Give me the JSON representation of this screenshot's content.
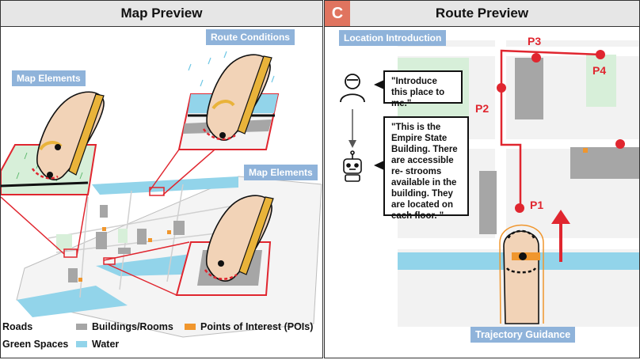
{
  "left": {
    "title": "Map Preview",
    "labels": {
      "map_elements_top": "Map Elements",
      "route_conditions": "Route Conditions",
      "map_elements_right": "Map Elements"
    },
    "legend": [
      {
        "label": "Roads",
        "color": "#ffffff"
      },
      {
        "label": "Buildings/Rooms",
        "color": "#a6a6a6"
      },
      {
        "label": "Points of Interest (POIs)",
        "color": "#f0962d"
      },
      {
        "label": "Green Spaces",
        "color": "#d7efd9"
      },
      {
        "label": "Water",
        "color": "#92d4ea"
      }
    ]
  },
  "right": {
    "badge": "C",
    "title": "Route Preview",
    "location_label": "Location Introduction",
    "user_prompt": "\"Introduce this place to me.\"",
    "assistant_reply": "\"This is the Empire State Building. There are accessible re- strooms available in the building. They are located on each floor. \"",
    "points": [
      "P1",
      "P2",
      "P3",
      "P4"
    ],
    "trajectory_label": "Trajectory Guidance"
  },
  "colors": {
    "accent_red": "#e0262f",
    "tag_blue": "#8fb3da",
    "building": "#a6a6a6",
    "green": "#d7efd9",
    "water": "#92d4ea",
    "poi": "#f0962d",
    "header_bg": "#e6e6e6",
    "badge_bg": "#e0745f"
  }
}
